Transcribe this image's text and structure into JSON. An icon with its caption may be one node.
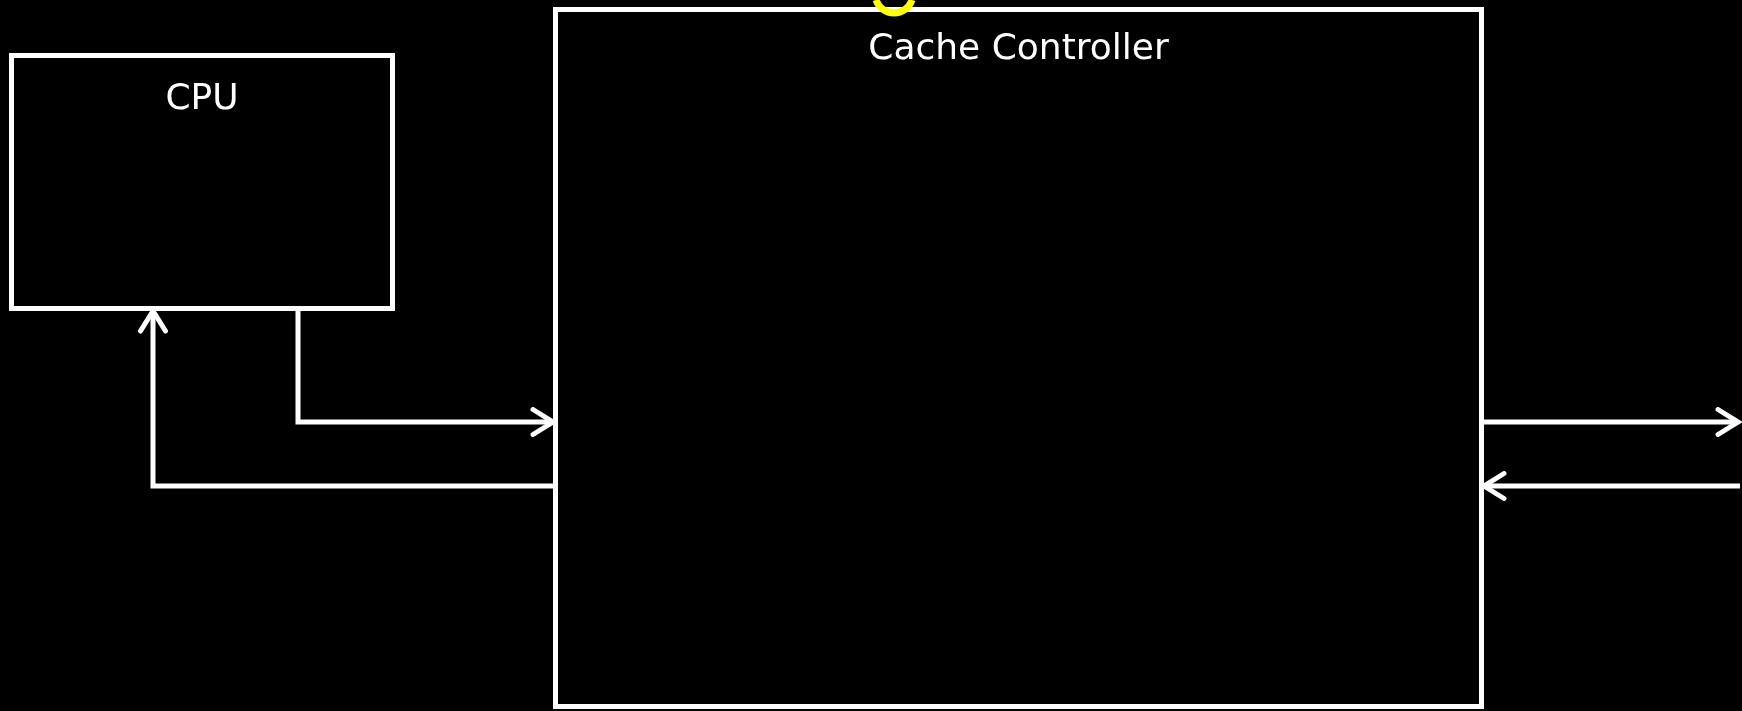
{
  "diagram": {
    "nodes": [
      {
        "text": [
          "CPU"
        ]
      },
      {
        "text": [
          "Cache Controller"
        ]
      }
    ],
    "edges": [
      {
        "from": 0,
        "to": 1,
        "arrow": "to"
      },
      {
        "from": 1,
        "to": 0,
        "arrow": "to"
      },
      {
        "from": 1,
        "to": null,
        "arrow": "to"
      },
      {
        "from": null,
        "to": 1,
        "arrow": "to"
      }
    ]
  }
}
